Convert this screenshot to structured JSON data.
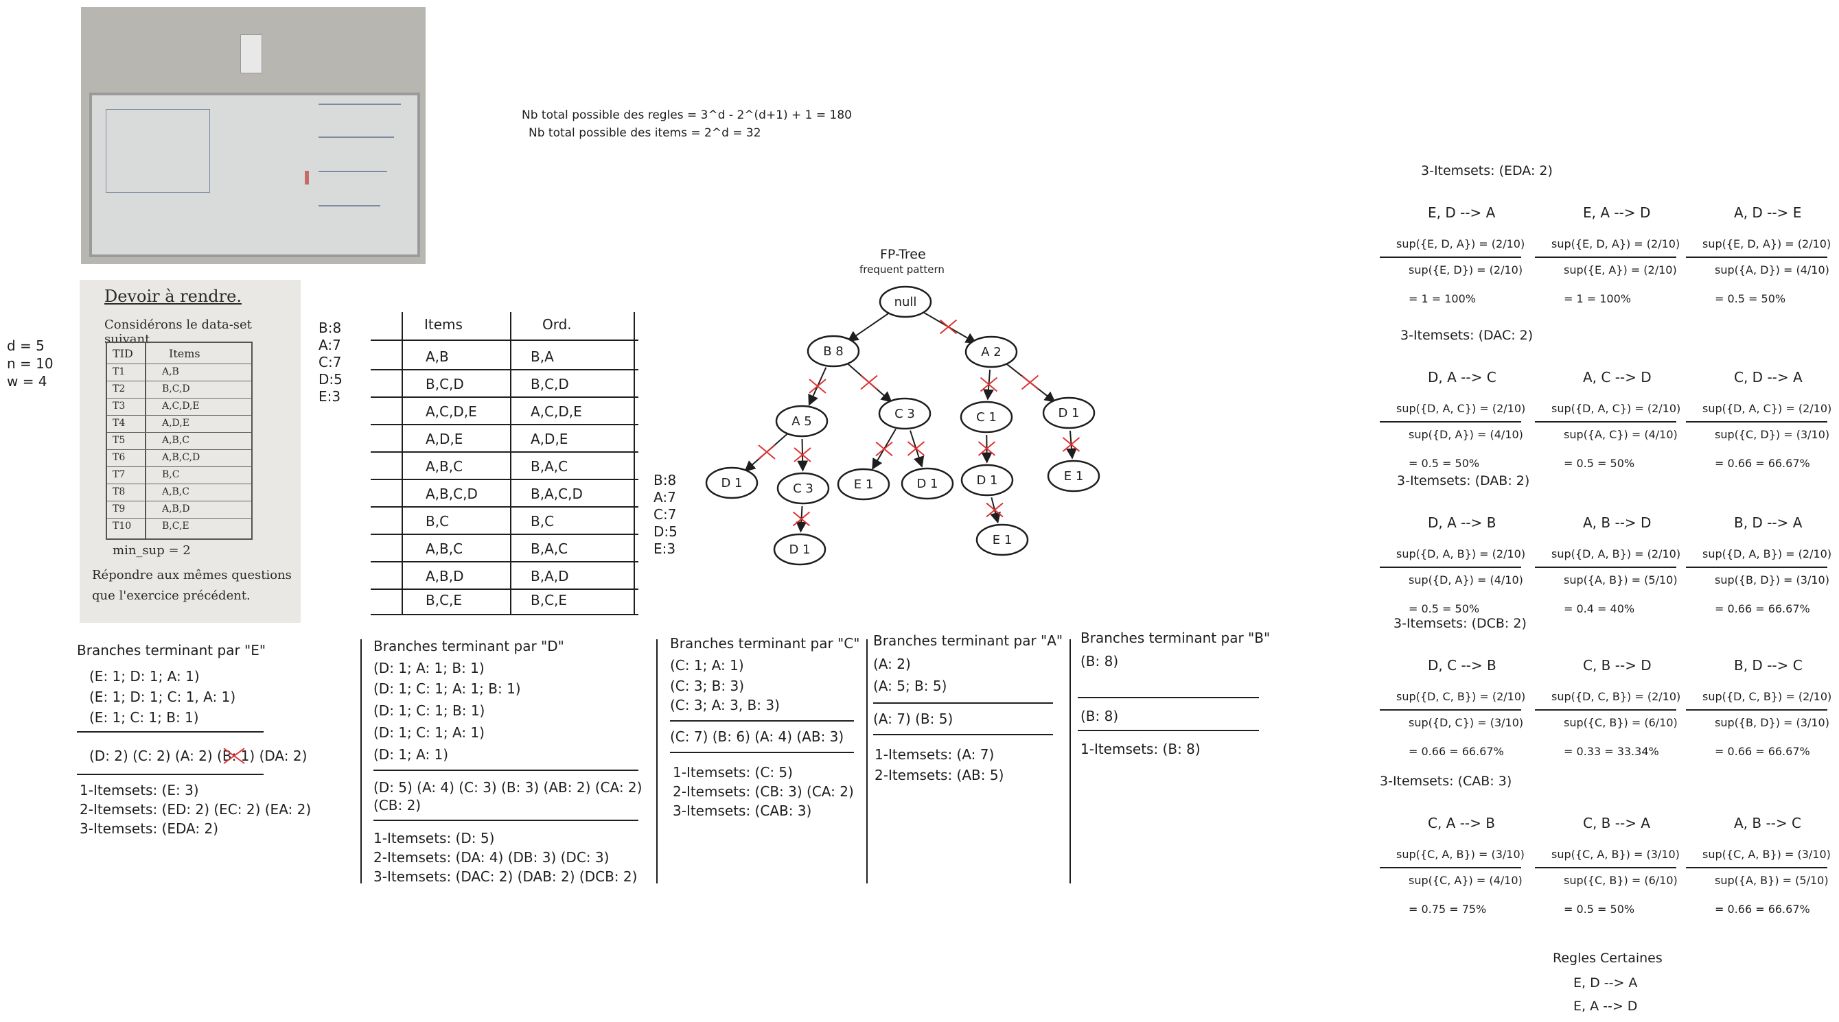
{
  "formulas": {
    "rules": "Nb total possible des regles = 3^d - 2^(d+1) + 1 = 180",
    "items": "Nb total possible des items = 2^d = 32"
  },
  "params": [
    "d = 5",
    "n = 10",
    "w = 4"
  ],
  "counts_left": [
    "B:8",
    "A:7",
    "C:7",
    "D:5",
    "E:3"
  ],
  "counts_right": [
    "B:8",
    "A:7",
    "C:7",
    "D:5",
    "E:3"
  ],
  "table": {
    "headers": [
      "Items",
      "Ord."
    ],
    "rows": [
      [
        "A,B",
        "B,A"
      ],
      [
        "B,C,D",
        "B,C,D"
      ],
      [
        "A,C,D,E",
        "A,C,D,E"
      ],
      [
        "A,D,E",
        "A,D,E"
      ],
      [
        "A,B,C",
        "B,A,C"
      ],
      [
        "A,B,C,D",
        "B,A,C,D"
      ],
      [
        "B,C",
        "B,C"
      ],
      [
        "A,B,C",
        "B,A,C"
      ],
      [
        "A,B,D",
        "B,A,D"
      ],
      [
        "B,C,E",
        "B,C,E"
      ]
    ]
  },
  "fptree": {
    "title": "FP-Tree",
    "subtitle": "frequent pattern",
    "nodes": [
      "null",
      "B 8",
      "A 2",
      "A 5",
      "C 3",
      "C 1",
      "D 1",
      "D 1",
      "C 3",
      "E 1",
      "D 1",
      "D 1",
      "E 1",
      "D 1",
      "E 1"
    ]
  },
  "whiteboard_photo": {
    "title": "Devoir à rendre.",
    "line": "Considérons le data-set suivant",
    "headers": [
      "TID",
      "Items"
    ],
    "tids": [
      "T1",
      "T2",
      "T3",
      "T4",
      "T5",
      "T6",
      "T7",
      "T8",
      "T9",
      "T10"
    ],
    "items": [
      "A,B",
      "B,C,D",
      "A,C,D,E",
      "A,D,E",
      "A,B,C",
      "A,B,C,D",
      "B,C",
      "A,B,C",
      "A,B,D",
      "B,C,E"
    ],
    "minsup": "min_sup = 2",
    "footer1": "Répondre aux mêmes questions",
    "footer2": "que l'exercice précédent."
  },
  "branches": [
    {
      "title": "Branches terminant par \"E\"",
      "paths": [
        "(E: 1; D: 1; A: 1)",
        "(E: 1; D: 1; C: 1, A: 1)",
        "(E: 1; C: 1; B: 1)"
      ],
      "cond_pre": "(D: 2) (C: 2) (A: 2)",
      "cond_struck": "(B: 1)",
      "cond_post": "(DA: 2)",
      "results": [
        "1-Itemsets: (E: 3)",
        "2-Itemsets: (ED: 2) (EC: 2) (EA: 2)",
        "3-Itemsets: (EDA: 2)"
      ]
    },
    {
      "title": "Branches terminant par \"D\"",
      "paths": [
        "(D: 1; A: 1; B: 1)",
        "(D: 1; C: 1; A: 1; B: 1)",
        "(D: 1; C: 1; B: 1)",
        "(D: 1; C: 1; A: 1)",
        "(D: 1; A: 1)"
      ],
      "cond_line1": "(D: 5) (A: 4) (C: 3) (B: 3) (AB: 2) (CA: 2)",
      "cond_line2": "(CB: 2)",
      "results": [
        "1-Itemsets: (D: 5)",
        "2-Itemsets: (DA: 4) (DB: 3) (DC: 3)",
        "3-Itemsets: (DAC: 2) (DAB: 2) (DCB: 2)"
      ]
    },
    {
      "title": "Branches terminant par \"C\"",
      "paths": [
        "(C: 1; A: 1)",
        "(C: 3; B: 3)",
        "(C: 3; A: 3, B: 3)"
      ],
      "cond": "(C: 7) (B: 6) (A: 4) (AB: 3)",
      "results": [
        "1-Itemsets: (C: 5)",
        "2-Itemsets: (CB: 3) (CA: 2)",
        "3-Itemsets: (CAB: 3)"
      ]
    },
    {
      "title": "Branches terminant par \"A\"",
      "paths": [
        "(A: 2)",
        "(A: 5; B: 5)"
      ],
      "cond": "(A: 7) (B: 5)",
      "results": [
        "1-Itemsets: (A: 7)",
        "2-Itemsets: (AB: 5)"
      ]
    },
    {
      "title": "Branches terminant par \"B\"",
      "paths": [
        "(B: 8)"
      ],
      "cond": "(B: 8)",
      "results": [
        "1-Itemsets: (B: 8)"
      ]
    }
  ],
  "rules_sections": [
    {
      "title": "3-Itemsets: (EDA: 2)",
      "rules": [
        {
          "name": "E, D --> A",
          "num": "sup({E, D, A}) = (2/10)",
          "den": "sup({E, D}) = (2/10)",
          "res": "= 1 = 100%"
        },
        {
          "name": "E, A --> D",
          "num": "sup({E, D, A}) = (2/10)",
          "den": "sup({E, A}) = (2/10)",
          "res": "= 1 = 100%"
        },
        {
          "name": "A, D --> E",
          "num": "sup({E, D, A}) = (2/10)",
          "den": "sup({A, D}) = (4/10)",
          "res": "= 0.5 = 50%"
        }
      ]
    },
    {
      "title": "3-Itemsets: (DAC: 2)",
      "rules": [
        {
          "name": "D, A --> C",
          "num": "sup({D, A, C}) = (2/10)",
          "den": "sup({D, A}) = (4/10)",
          "res": "= 0.5 = 50%"
        },
        {
          "name": "A, C --> D",
          "num": "sup({D, A, C}) = (2/10)",
          "den": "sup({A, C}) = (4/10)",
          "res": "= 0.5 = 50%"
        },
        {
          "name": "C, D --> A",
          "num": "sup({D, A, C}) = (2/10)",
          "den": "sup({C, D}) = (3/10)",
          "res": "= 0.66 = 66.67%"
        }
      ]
    },
    {
      "title": "3-Itemsets: (DAB: 2)",
      "rules": [
        {
          "name": "D, A --> B",
          "num": "sup({D, A, B}) = (2/10)",
          "den": "sup({D, A}) = (4/10)",
          "res": "= 0.5 = 50%"
        },
        {
          "name": "A, B --> D",
          "num": "sup({D, A, B}) = (2/10)",
          "den": "sup({A, B}) = (5/10)",
          "res": "= 0.4 = 40%"
        },
        {
          "name": "B, D --> A",
          "num": "sup({D, A, B}) = (2/10)",
          "den": "sup({B, D}) = (3/10)",
          "res": "= 0.66 = 66.67%"
        }
      ]
    },
    {
      "title": "3-Itemsets: (DCB: 2)",
      "rules": [
        {
          "name": "D, C --> B",
          "num": "sup({D, C, B}) = (2/10)",
          "den": "sup({D, C}) = (3/10)",
          "res": "= 0.66 = 66.67%"
        },
        {
          "name": "C, B --> D",
          "num": "sup({D, C, B}) = (2/10)",
          "den": "sup({C, B}) = (6/10)",
          "res": "= 0.33 = 33.34%"
        },
        {
          "name": "B, D --> C",
          "num": "sup({D, C, B}) = (2/10)",
          "den": "sup({B, D}) = (3/10)",
          "res": "= 0.66 = 66.67%"
        }
      ]
    },
    {
      "title": "3-Itemsets: (CAB: 3)",
      "rules": [
        {
          "name": "C, A --> B",
          "num": "sup({C, A, B}) = (3/10)",
          "den": "sup({C, A}) = (4/10)",
          "res": "= 0.75 = 75%"
        },
        {
          "name": "C, B --> A",
          "num": "sup({C, A, B}) = (3/10)",
          "den": "sup({C, B}) = (6/10)",
          "res": "= 0.5 = 50%"
        },
        {
          "name": "A, B --> C",
          "num": "sup({C, A, B}) = (3/10)",
          "den": "sup({A, B}) = (5/10)",
          "res": "= 0.66 = 66.67%"
        }
      ]
    }
  ],
  "certain_rules": {
    "title": "Regles Certaines",
    "rules": [
      "E, D --> A",
      "E, A --> D"
    ]
  }
}
